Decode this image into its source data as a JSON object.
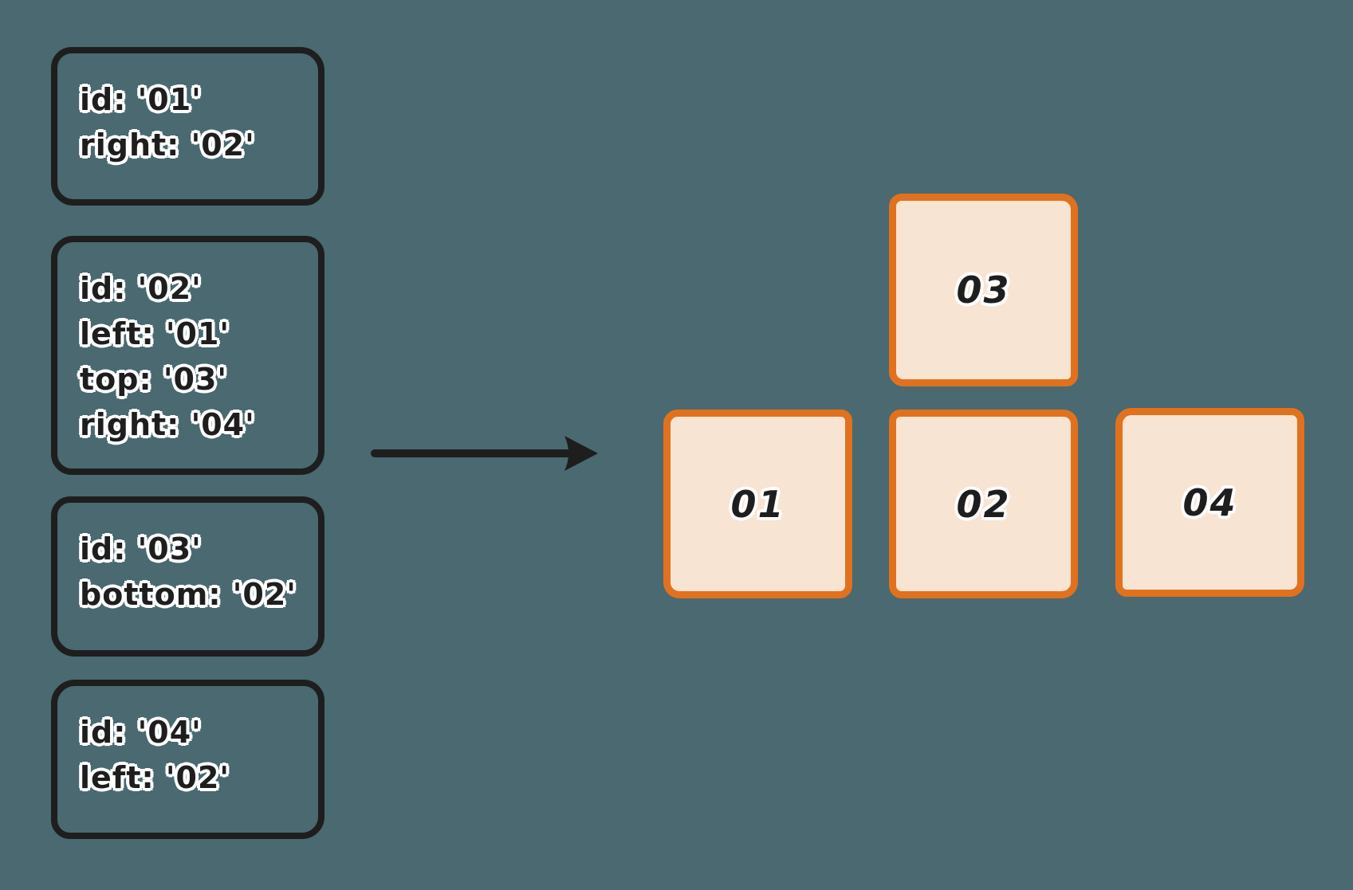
{
  "colors": {
    "background": "#4a6971",
    "stroke": "#1e1e1e",
    "card_border": "#e2711d",
    "card_fill": "#f8e4d3",
    "text_halo": "#ffffff"
  },
  "definitions": [
    {
      "lines": [
        "id: '01'",
        "right: '02'"
      ]
    },
    {
      "lines": [
        "id: '02'",
        "left: '01'",
        "top: '03'",
        "right: '04'"
      ]
    },
    {
      "lines": [
        "id: '03'",
        "bottom: '02'"
      ]
    },
    {
      "lines": [
        "id: '04'",
        "left: '02'"
      ]
    }
  ],
  "cards": [
    {
      "label": "01"
    },
    {
      "label": "02"
    },
    {
      "label": "03"
    },
    {
      "label": "04"
    }
  ]
}
